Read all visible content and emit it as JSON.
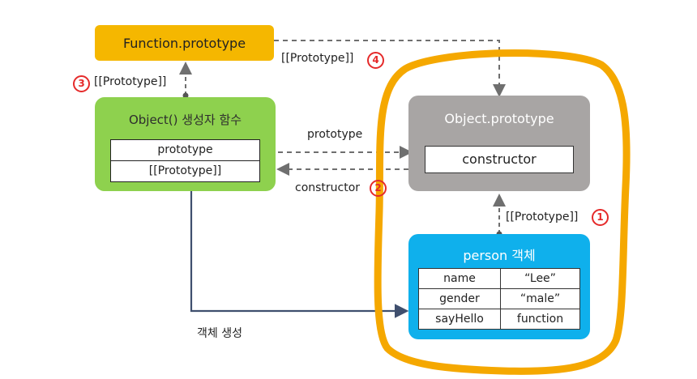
{
  "nodes": {
    "function_prototype": {
      "title": "Function.prototype",
      "color": "#f5b700"
    },
    "object_constructor": {
      "title": "Object() 생성자 함수",
      "color": "#8ed14e",
      "rows": [
        "prototype",
        "[[Prototype]]"
      ]
    },
    "object_prototype": {
      "title": "Object.prototype",
      "color": "#a8a5a4",
      "field": "constructor"
    },
    "person": {
      "title": "person 객체",
      "color": "#0fb0ec",
      "rows": [
        {
          "key": "name",
          "value": "“Lee”"
        },
        {
          "key": "gender",
          "value": "“male”"
        },
        {
          "key": "sayHello",
          "value": "function"
        }
      ]
    }
  },
  "edges": {
    "prototype": {
      "label": "prototype"
    },
    "constructor": {
      "label": "constructor",
      "badge": "2"
    },
    "person_proto": {
      "label": "[[Prototype]]",
      "badge": "1"
    },
    "ctor_proto": {
      "label": "[[Prototype]]",
      "badge": "3"
    },
    "fp_to_op": {
      "label": "[[Prototype]]",
      "badge": "4"
    },
    "create": {
      "label": "객체 생성"
    }
  },
  "colors": {
    "highlight": "#f5a800",
    "badge": "#e52a2a",
    "arrow_dashed": "#6f6f6f",
    "arrow_solid": "#3f4f6e"
  }
}
